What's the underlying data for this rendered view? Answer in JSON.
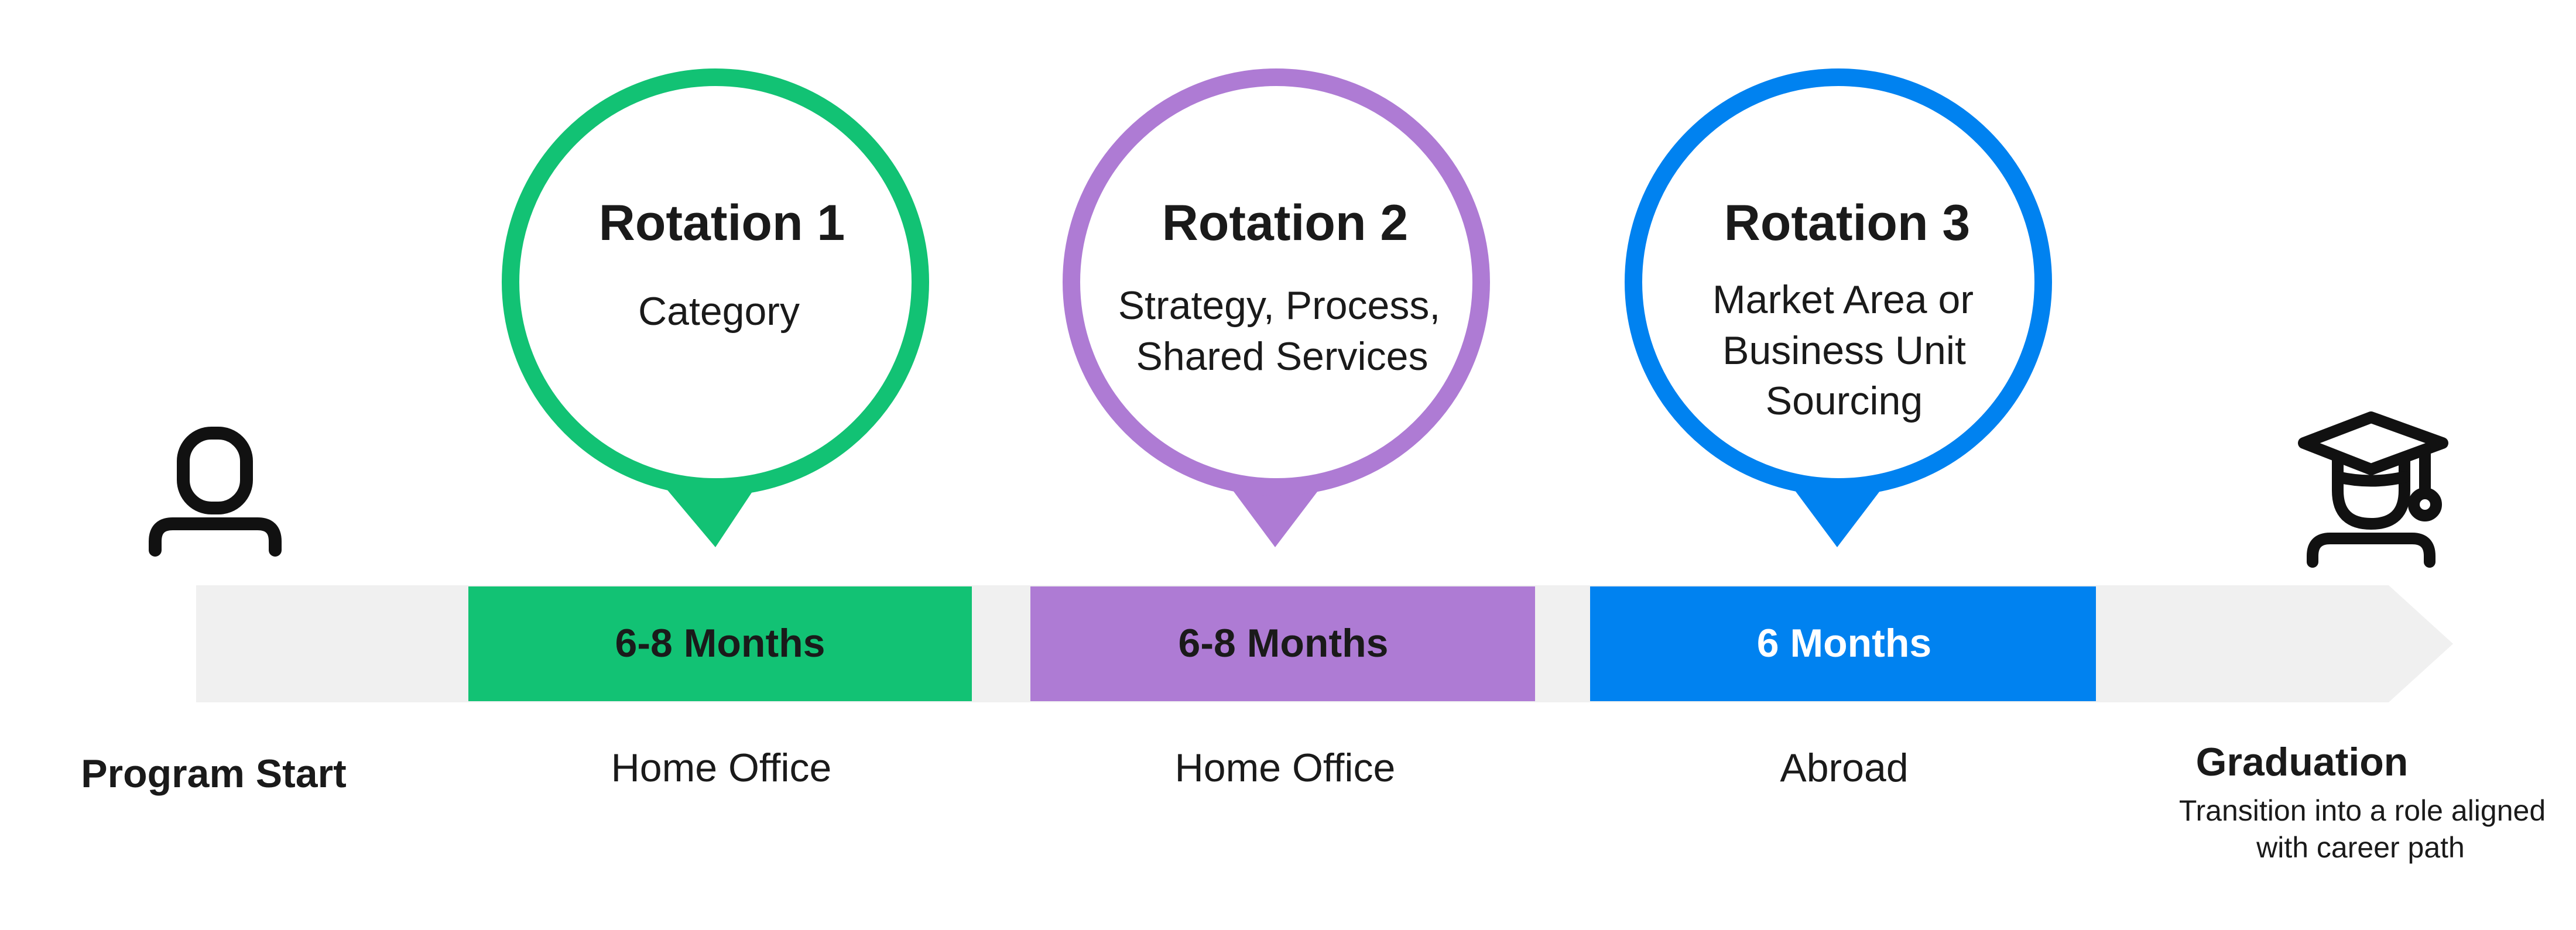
{
  "colors": {
    "track": "#f0f0f0",
    "rotation_1": "#12c274",
    "rotation_2": "#ae7bd4",
    "rotation_3": "#0082f0",
    "icon_stroke": "#111111"
  },
  "icons": {
    "start": "person-icon",
    "end": "graduate-icon"
  },
  "start": {
    "label": "Program Start"
  },
  "rotations": [
    {
      "title": "Rotation 1",
      "description": [
        "Category"
      ],
      "duration": "6-8 Months",
      "location": "Home Office"
    },
    {
      "title": "Rotation 2",
      "description": [
        "Strategy, Process,",
        "Shared Services"
      ],
      "duration": "6-8 Months",
      "location": "Home Office"
    },
    {
      "title": "Rotation 3",
      "description": [
        "Market Area or",
        "Business Unit",
        "Sourcing"
      ],
      "duration": "6 Months",
      "location": "Abroad"
    }
  ],
  "end": {
    "title": "Graduation",
    "description": [
      "Transition into a role aligned",
      "with career path"
    ]
  }
}
